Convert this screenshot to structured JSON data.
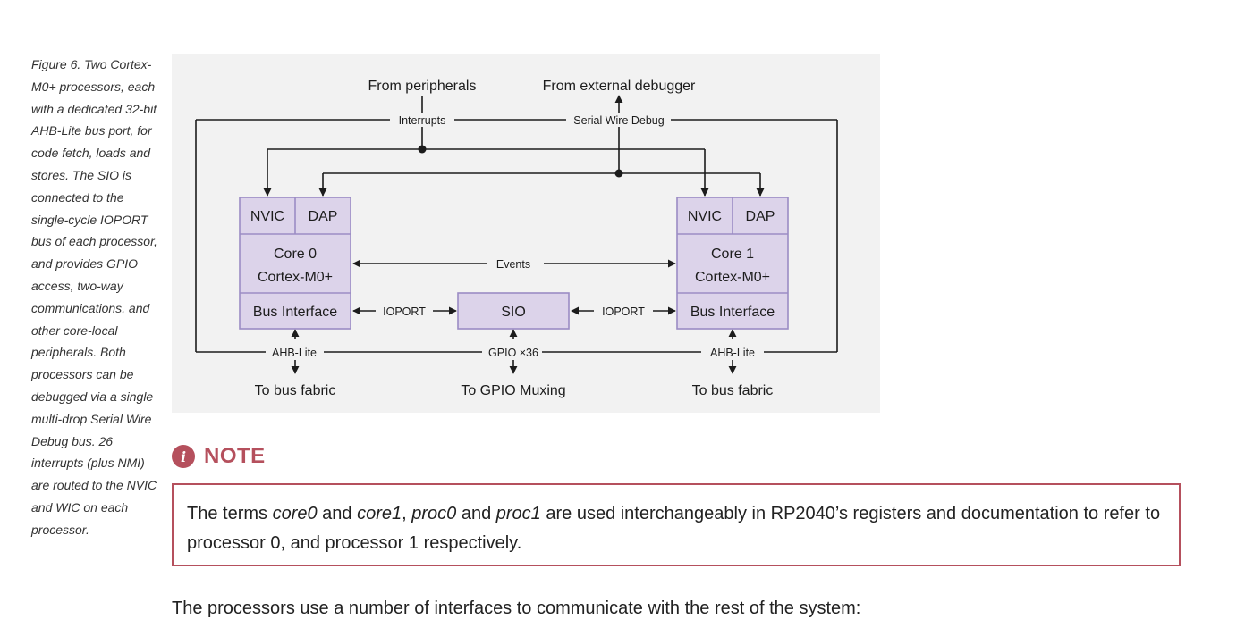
{
  "caption": "Figure 6. Two Cortex-M0+ processors, each with a dedicated 32-bit AHB-Lite bus port, for code fetch, loads and stores. The SIO is connected to the single-cycle IOPORT bus of each processor, and provides GPIO access, two-way communications, and other core-local peripherals. Both processors can be debugged via a single multi-drop Serial Wire Debug bus. 26 interrupts (plus NMI) are routed to the NVIC and WIC on each processor.",
  "diagram": {
    "from_peripherals": "From peripherals",
    "from_debugger": "From external debugger",
    "interrupts": "Interrupts",
    "swd": "Serial Wire Debug",
    "core0": {
      "nvic": "NVIC",
      "dap": "DAP",
      "line1": "Core 0",
      "line2": "Cortex-M0+",
      "bus": "Bus Interface"
    },
    "core1": {
      "nvic": "NVIC",
      "dap": "DAP",
      "line1": "Core 1",
      "line2": "Cortex-M0+",
      "bus": "Bus Interface"
    },
    "events": "Events",
    "ioport_left": "IOPORT",
    "ioport_right": "IOPORT",
    "sio": "SIO",
    "ahb_left": "AHB-Lite",
    "gpio": "GPIO ×36",
    "ahb_right": "AHB-Lite",
    "to_bus_left": "To bus fabric",
    "to_gpio": "To GPIO Muxing",
    "to_bus_right": "To bus fabric",
    "box_fill": "#dcd3ea",
    "box_stroke": "#9b8cc4"
  },
  "note": {
    "icon": "info-icon",
    "title": "NOTE",
    "t1": "The terms ",
    "core0": "core0",
    "t2": " and ",
    "core1": "core1",
    "t3": ", ",
    "proc0": "proc0",
    "t4": " and ",
    "proc1": "proc1",
    "t5": " are used interchangeably in RP2040’s registers and documentation to refer to processor 0, and processor 1 respectively."
  },
  "paragraph": "The processors use a number of interfaces to communicate with the rest of the system:"
}
